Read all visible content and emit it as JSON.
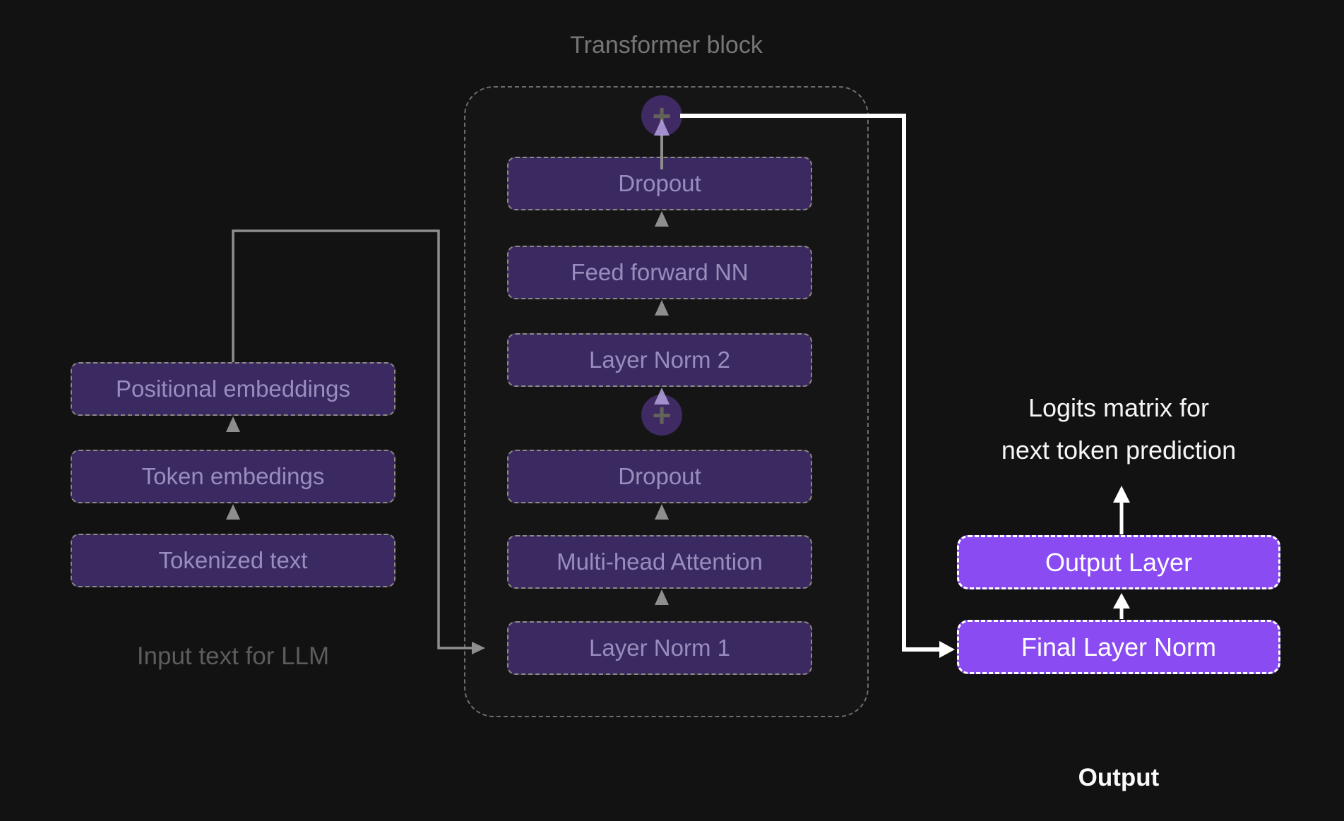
{
  "colors": {
    "background": "#121212",
    "dark_box_fill": "#3b2a62",
    "dark_box_border": "#8d8b7c",
    "dark_box_text": "#9a8cbc",
    "bright_box_fill": "#8b4bf2",
    "bright_box_border": "#ffffff",
    "label_gray": "#767676",
    "caption_gray": "#5c5c5c",
    "arrow_gray": "#8e8e8e",
    "arrow_lavender": "#b3a2dd",
    "residual_circle_fill": "#3f2a63",
    "residual_plus": "#63635a",
    "white": "#ffffff"
  },
  "transformer_block": {
    "title": "Transformer block",
    "residual_plus_symbol": "+",
    "boxes": [
      {
        "label": "Dropout"
      },
      {
        "label": "Feed forward NN"
      },
      {
        "label": "Layer Norm 2"
      },
      {
        "label": "Dropout"
      },
      {
        "label": "Multi-head Attention"
      },
      {
        "label": "Layer Norm 1"
      }
    ]
  },
  "input_column": {
    "boxes": [
      {
        "label": "Positional embeddings"
      },
      {
        "label": "Token embedings"
      },
      {
        "label": "Tokenized text"
      }
    ],
    "caption": "Input text for LLM"
  },
  "output_column": {
    "annotation": [
      "Logits matrix for",
      "next token prediction"
    ],
    "boxes": [
      {
        "label": "Output Layer"
      },
      {
        "label": "Final Layer Norm"
      }
    ],
    "caption": "Output"
  }
}
